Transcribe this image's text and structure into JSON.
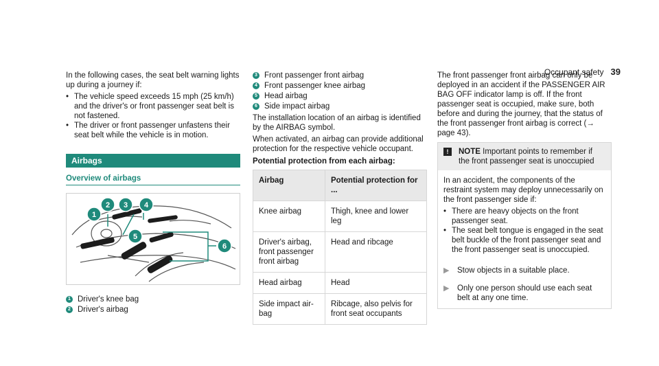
{
  "header": {
    "title": "Occupant safety",
    "page_number": "39"
  },
  "col1": {
    "intro": "In the following cases, the seat belt warning lights up during a journey if:",
    "bullets": [
      "The vehicle speed exceeds 15 mph (25 km/h) and the driver's or front passenger seat belt is not fastened.",
      "The driver or front passenger unfastens their seat belt while the vehicle is in motion."
    ],
    "section_title": "Airbags",
    "subsection_title": "Overview of airbags",
    "figure_callouts": [
      "1",
      "2",
      "3",
      "4",
      "5",
      "6"
    ],
    "legend": [
      {
        "n": "1",
        "text": "Driver's knee bag"
      },
      {
        "n": "2",
        "text": "Driver's airbag"
      }
    ]
  },
  "col2": {
    "legend": [
      {
        "n": "3",
        "text": "Front passenger front airbag"
      },
      {
        "n": "4",
        "text": "Front passenger knee airbag"
      },
      {
        "n": "5",
        "text": "Head airbag"
      },
      {
        "n": "6",
        "text": "Side impact airbag"
      }
    ],
    "p1": "The installation location of an airbag is identified by the AIRBAG symbol.",
    "p2": "When activated, an airbag can provide additional protection for the respective vehicle occupant.",
    "table_title": "Potential protection from each airbag:",
    "table": {
      "headers": [
        "Airbag",
        "Potential protection for ..."
      ],
      "rows": [
        [
          "Knee airbag",
          "Thigh, knee and lower leg"
        ],
        [
          "Driver's airbag, front passenger front airbag",
          "Head and ribcage"
        ],
        [
          "Head airbag",
          "Head"
        ],
        [
          "Side impact air-bag",
          "Ribcage, also pelvis for front seat occupants"
        ]
      ]
    }
  },
  "col3": {
    "p1": "The front passenger front airbag can only be deployed in an accident if the PASSENGER AIR BAG OFF indicator lamp is off. If the front passenger seat is occupied, make sure, both before and during the journey, that the status of the front passenger front airbag is correct (→ page 43).",
    "note": {
      "icon": "!",
      "label": "NOTE",
      "heading": "Important points to remember if the front passenger seat is unoccupied",
      "body": "In an accident, the components of the restraint system may deploy unnecessarily on the front passenger side if:",
      "bullets": [
        "There are heavy objects on the front passenger seat.",
        "The seat belt tongue is engaged in the seat belt buckle of the front passenger seat and the front passenger seat is unoccupied."
      ],
      "actions": [
        "Stow objects in a suitable place.",
        "Only one person should use each seat belt at any one time."
      ],
      "action_icon": "▶"
    }
  }
}
